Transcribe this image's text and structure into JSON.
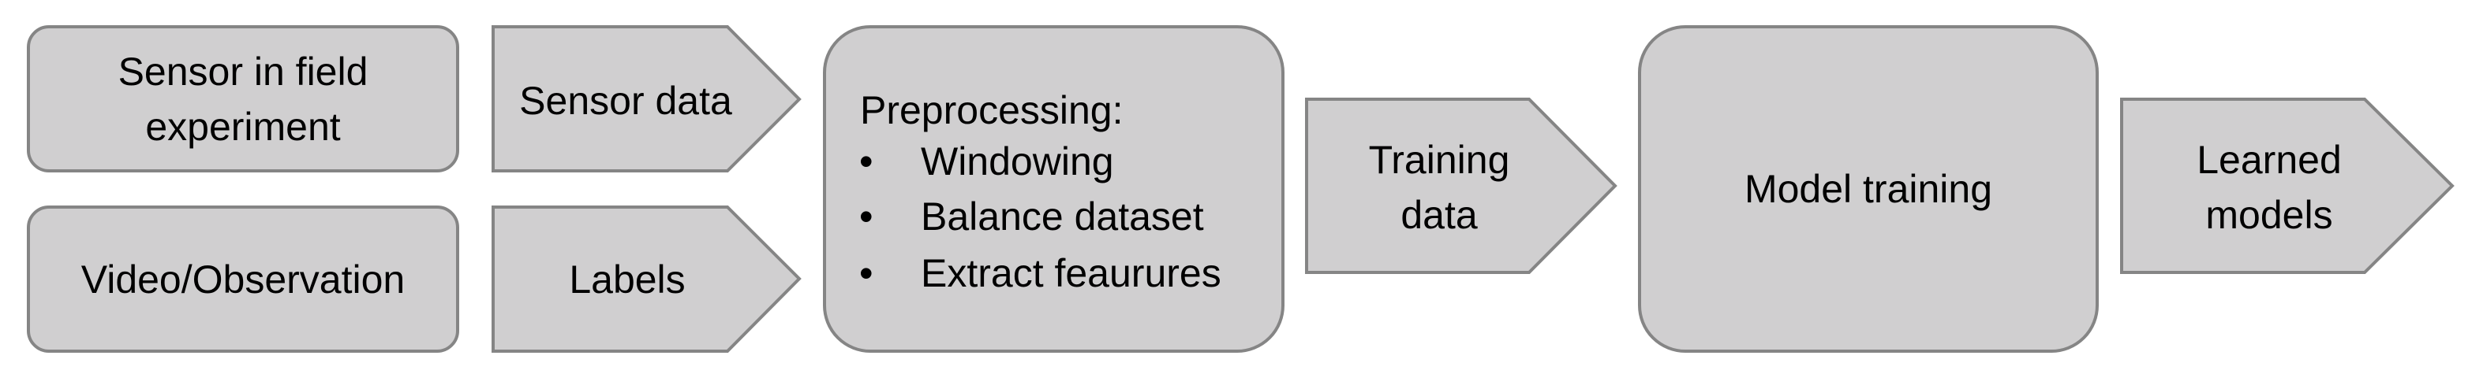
{
  "diagram": {
    "sensor_box": {
      "line1": "Sensor in field",
      "line2": "experiment"
    },
    "video_box": {
      "label": "Video/Observation"
    },
    "sensor_data_arrow": {
      "label": "Sensor data"
    },
    "labels_arrow": {
      "label": "Labels"
    },
    "preprocessing_box": {
      "title": "Preprocessing:",
      "bullet": "•",
      "items": [
        "Windowing",
        "Balance dataset",
        "Extract feaurures"
      ]
    },
    "training_data_arrow": {
      "line1": "Training",
      "line2": "data"
    },
    "model_training_box": {
      "label": "Model training"
    },
    "learned_models_arrow": {
      "line1": "Learned",
      "line2": "models"
    }
  },
  "colors": {
    "shape_fill": "#d0cfd0",
    "shape_stroke": "#858585",
    "text": "#000000",
    "background": "#ffffff"
  }
}
